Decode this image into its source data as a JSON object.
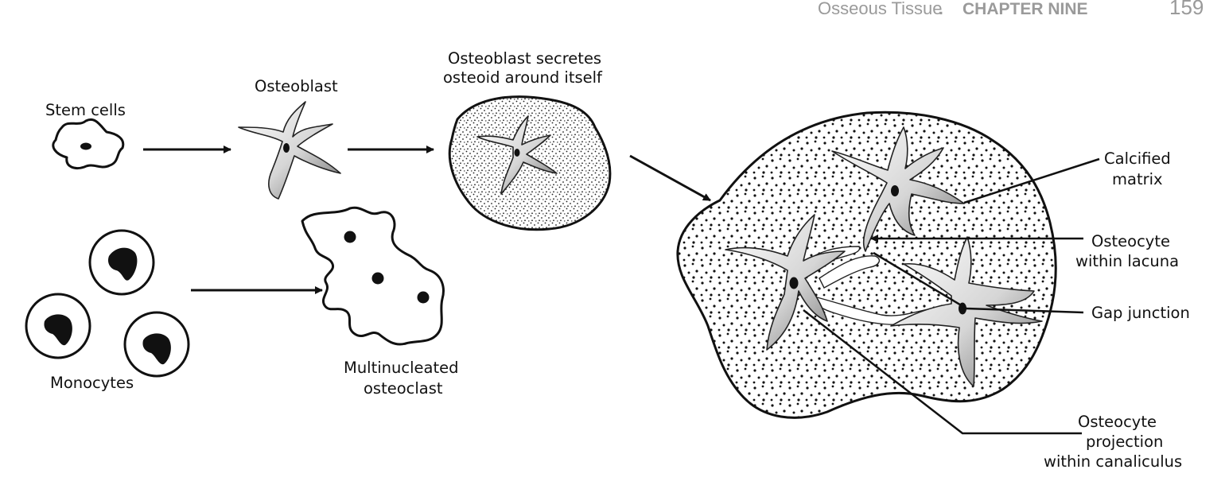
{
  "header": {
    "part1": "Osseous Tissue",
    "separator": " . ",
    "part2": "CHAPTER NINE",
    "page_number": "159"
  },
  "labels": {
    "stem_cells": "Stem cells",
    "osteoblast": "Osteoblast",
    "osteoblast_secretes_line1": "Osteoblast secretes",
    "osteoblast_secretes_line2": "osteoid around itself",
    "monocytes": "Monocytes",
    "osteoclast_line1": "Multinucleated",
    "osteoclast_line2": "osteoclast",
    "calcified_line1": "Calcified",
    "calcified_line2": "matrix",
    "osteocyte_line1": "Osteocyte",
    "osteocyte_line2": "within lacuna",
    "gap_junction": "Gap junction",
    "projection_line1": "Osteocyte",
    "projection_line2": "projection",
    "projection_line3": "within canaliculus"
  }
}
